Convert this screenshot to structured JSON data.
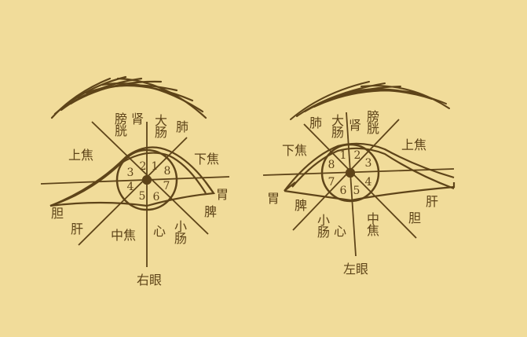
{
  "colors": {
    "background": "#f1dc9a",
    "ink": "#5e4419"
  },
  "right_eye": {
    "caption": "右眼",
    "labels": {
      "pangguang": "膀胱",
      "shen": "肾",
      "dachang": "大肠",
      "fei": "肺",
      "shangjiao": "上焦",
      "xiajiao": "下焦",
      "wei": "胃",
      "pi": "脾",
      "dan": "胆",
      "gan": "肝",
      "zhongjiao": "中焦",
      "xin": "心",
      "xiaochang": "小肠"
    },
    "numbers": [
      "1",
      "2",
      "3",
      "4",
      "5",
      "6",
      "7",
      "8"
    ]
  },
  "left_eye": {
    "caption": "左眼",
    "labels": {
      "fei": "肺",
      "dachang": "大肠",
      "shen": "肾",
      "pangguang": "膀胱",
      "xiajiao": "下焦",
      "shangjiao": "上焦",
      "wei": "胃",
      "pi": "脾",
      "xiaochang": "小肠",
      "xin": "心",
      "zhongjiao": "中焦",
      "gan": "肝",
      "dan": "胆"
    },
    "numbers": [
      "1",
      "2",
      "3",
      "4",
      "5",
      "6",
      "7",
      "8"
    ]
  }
}
